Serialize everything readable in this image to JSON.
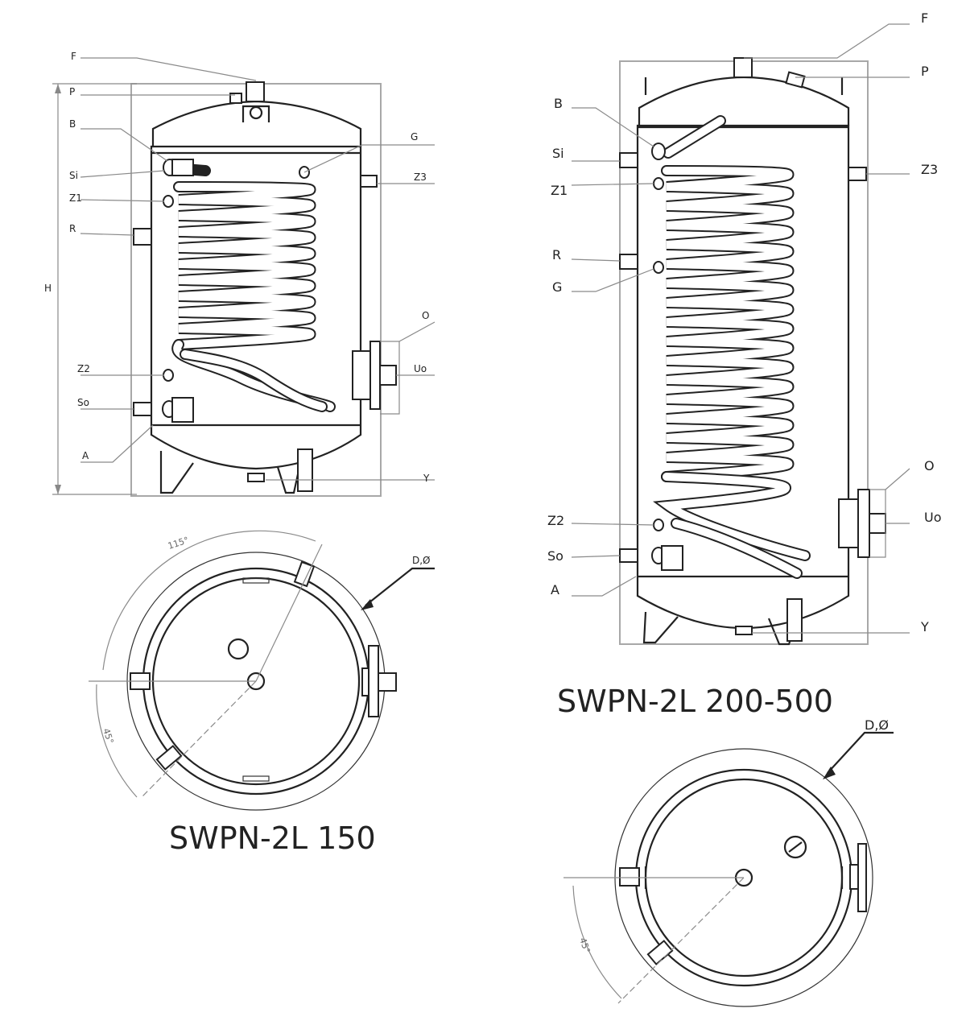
{
  "left_drawing": {
    "title": "SWPN-2L 150",
    "dimension_label": "H",
    "labels": {
      "F": "F",
      "P": "P",
      "B": "B",
      "Si": "Si",
      "Z1": "Z1",
      "R": "R",
      "G": "G",
      "Z3": "Z3",
      "O": "O",
      "Uo": "Uo",
      "Z2": "Z2",
      "So": "So",
      "A": "A",
      "Y": "Y"
    },
    "top_view": {
      "diameter_label": "D,Ø",
      "angle_top": "115°",
      "angle_left": "45°"
    }
  },
  "right_drawing": {
    "title": "SWPN-2L  200-500",
    "labels": {
      "F": "F",
      "P": "P",
      "B": "B",
      "Si": "Si",
      "Z1": "Z1",
      "Z3": "Z3",
      "R": "R",
      "G": "G",
      "O": "O",
      "Uo": "Uo",
      "Z2": "Z2",
      "So": "So",
      "A": "A",
      "Y": "Y"
    },
    "top_view": {
      "diameter_label": "D,Ø",
      "angle_left": "45°"
    }
  }
}
